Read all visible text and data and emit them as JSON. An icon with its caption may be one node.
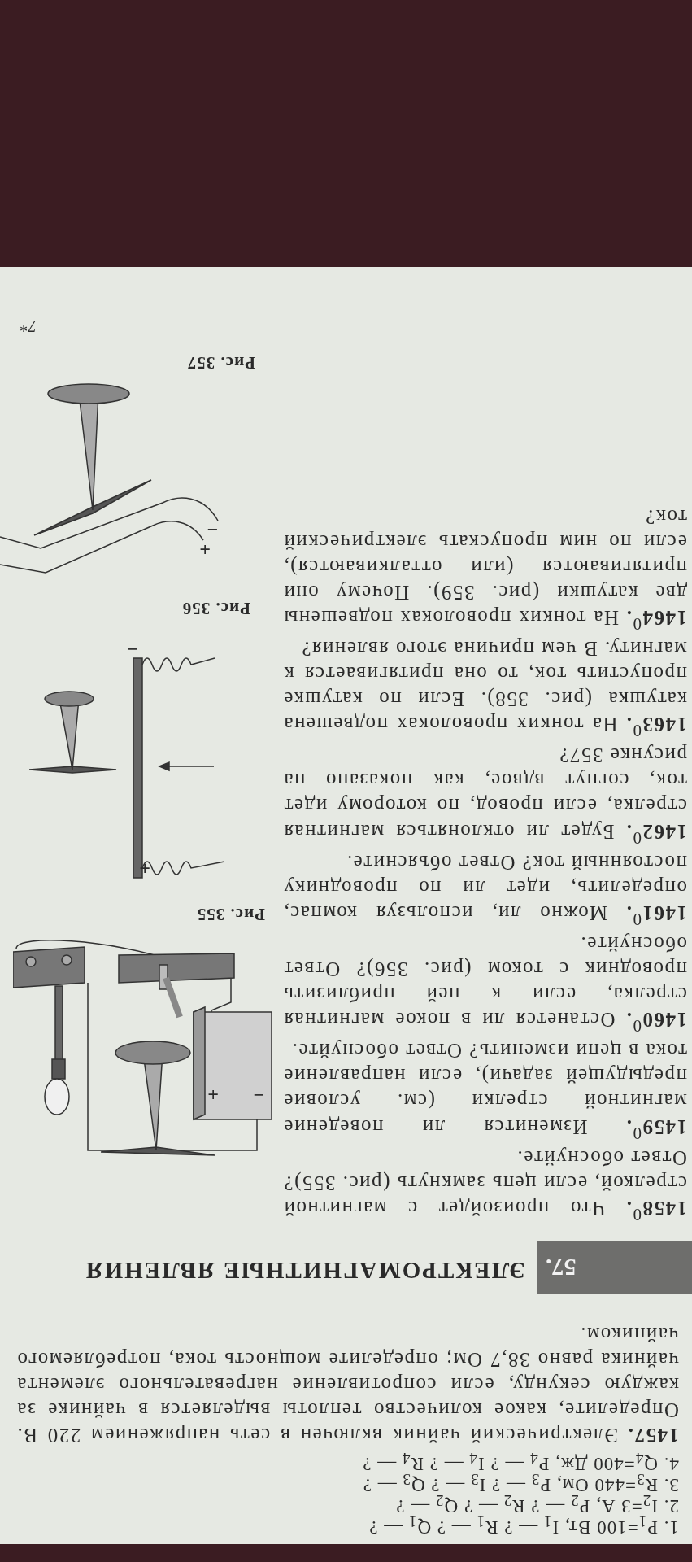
{
  "diagram": {
    "title": "ЭЛЕКТРОМАГНИТНЫЕ ЯВЛЕНИЯ",
    "labels": [
      "1. P$_{1}$=100 Вт, I$_{1}$ — ? R$_{1}$ — ? Q$_{1}$ — ?",
      "2. I$_{2}$=3 А, P$_{2}$ — ? R$_{2}$ — ? Q$_{2}$ — ?",
      "3. R$_{3}$=440 Ом, P$_{3}$ — ? I$_{3}$ — ? Q$_{3}$ — ?",
      "4. Q$_{4}$=400 Дж, P$_{4}$ — ? I$_{4}$ — ? R$_{4}$ — ?",
      "**1457.** Электрический чайник включен в сеть напряжением 220 В. Определите, какое количество теплоты выделяется в чайнике за каждую секунду, если сопротивление нагревательного элемента чайника равно 38,7 Ом; определите мощность тока, потребляемого чайником.",
      "57.",
      "**1458**$^{0}$**.** Что произойдет с магнитной стрелкой, если цепь замкнуть (рис. 355)? Ответ обоснуйте.",
      "**1459**$^{0}$**.** Изменится ли поведение магнитной стрелки (см. условие предыдущей задачи), если направление тока в цепи изменить? Ответ обоснуйте.",
      "**1460**$^{0}$**.** Останется ли в покое магнитная стрелка, если к ней приблизить проводник с током (рис. 356)? Ответ обоснуйте.",
      "**1461**$^{0}$**.** Можно ли, используя компас, определить, идет ли по проводнику постоянный ток? Ответ объясните.",
      "**1462**$^{0}$**.** Будет ли отклоняться магнитная стрелка, если провод, по которому идет ток, согнут вдвое, как показано на рисунке 357?",
      "**1463**$^{0}$**.** На тонких проволоках подвешена катушка (рис. 358). Если по катушке пропустить ток, то она притягивается к магниту. В чем причина этого явления?",
      "**1464**$^{0}$**.** На тонких проволоках подвешены две катушки (рис. 359). Почему они притягиваются (или отталкиваются), если по ним пропускать электрический ток?",
      "−",
      "+",
      "Рис. 355",
      "+",
      "−",
      "Рис. 356",
      "+",
      "−",
      "Рис. 357",
      "7*"
    ]
  }
}
